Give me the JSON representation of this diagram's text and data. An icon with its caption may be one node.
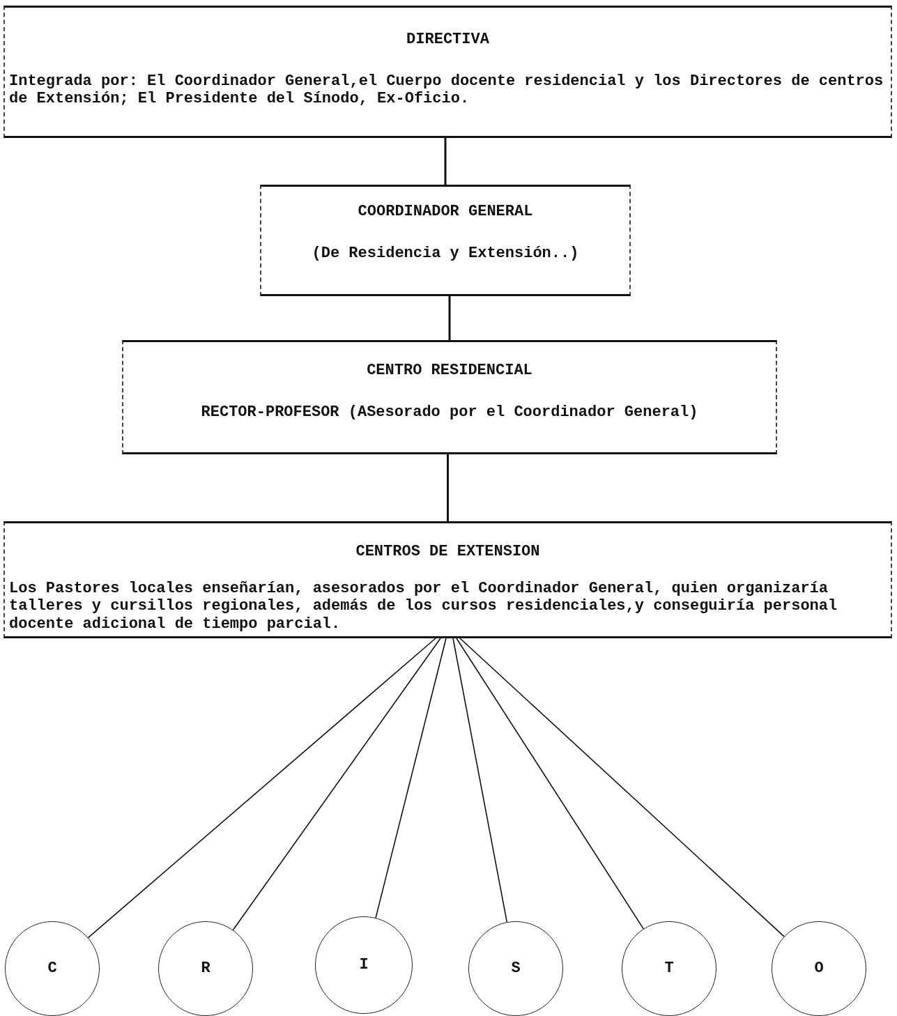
{
  "diagram": {
    "nodes": [
      {
        "text": [
          "DIRECTIVA",
          "Integrada por: El Coordinador General,el Cuerpo docente residencial y los Directores de centros de Extensión; El Presidente del Sínodo, Ex-Oficio."
        ]
      },
      {
        "text": [
          "COORDINADOR GENERAL",
          "(De Residencia y Extensión..)"
        ]
      },
      {
        "text": [
          "CENTRO RESIDENCIAL",
          "RECTOR-PROFESOR (ASesorado por el Coordinador General)"
        ]
      },
      {
        "text": [
          "CENTROS DE EXTENSION",
          "Los Pastores locales enseñarían, asesorados por el Coordinador General, quien organizaría talleres y cursillos regionales, además de los cursos residenciales,y conseguiría personal docente adicional de tiempo parcial."
        ]
      },
      {
        "text": [
          "C"
        ]
      },
      {
        "text": [
          "R"
        ]
      },
      {
        "text": [
          "I"
        ]
      },
      {
        "text": [
          "S"
        ]
      },
      {
        "text": [
          "T"
        ]
      },
      {
        "text": [
          "O"
        ]
      }
    ],
    "edges": [
      {
        "from": 0,
        "to": 1,
        "arrow": "none"
      },
      {
        "from": 1,
        "to": 2,
        "arrow": "none"
      },
      {
        "from": 2,
        "to": 3,
        "arrow": "none"
      },
      {
        "from": 3,
        "to": 4,
        "arrow": "none"
      },
      {
        "from": 3,
        "to": 5,
        "arrow": "none"
      },
      {
        "from": 3,
        "to": 6,
        "arrow": "none"
      },
      {
        "from": 3,
        "to": 7,
        "arrow": "none"
      },
      {
        "from": 3,
        "to": 8,
        "arrow": "none"
      },
      {
        "from": 3,
        "to": 9,
        "arrow": "none"
      }
    ]
  }
}
